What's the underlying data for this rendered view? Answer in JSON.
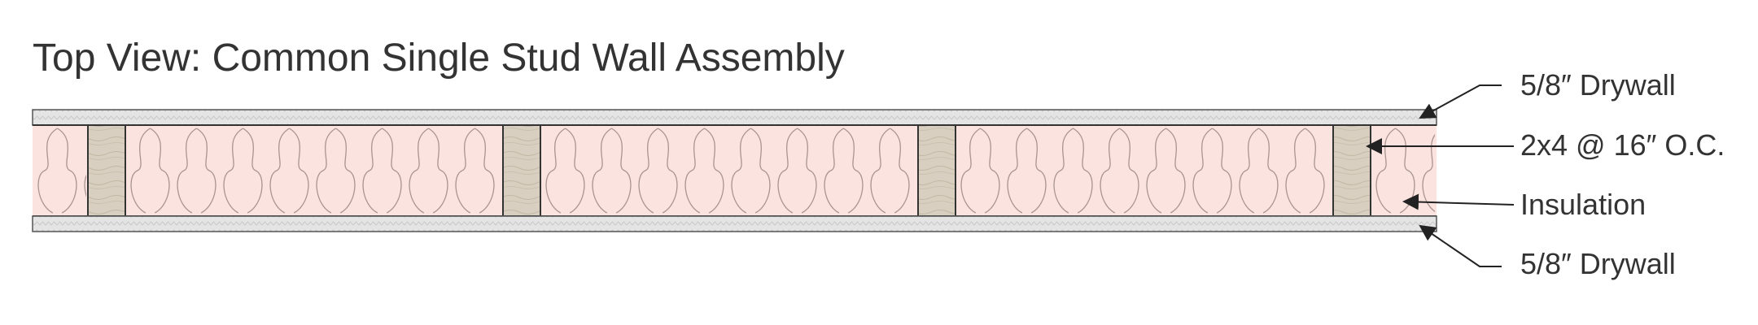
{
  "title": "Top View: Common Single Stud Wall Assembly",
  "labels": {
    "drywall_top": "5/8″ Drywall",
    "stud": "2x4 @ 16″ O.C.",
    "insulation": "Insulation",
    "drywall_bottom": "5/8″ Drywall"
  },
  "colors": {
    "drywall": "#e4e4e4",
    "drywall_texture": "#cfcfcf",
    "insulation": "#fbe3df",
    "insulation_line": "#a89491",
    "stud": "#d8cfc0",
    "stud_grain": "#b8ab98",
    "outline": "#333333"
  },
  "stud_count": 4
}
